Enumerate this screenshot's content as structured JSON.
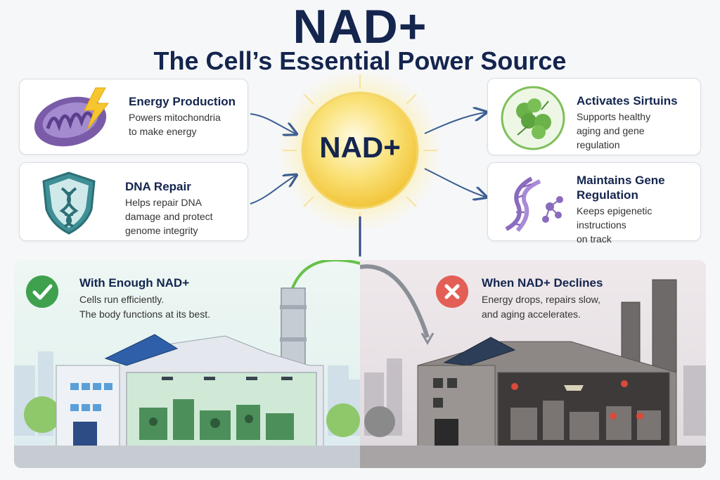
{
  "header": {
    "title": "NAD+",
    "subtitle": "The Cell’s Essential Power Source"
  },
  "center": {
    "label": "NAD+"
  },
  "cards": {
    "energy": {
      "title": "Energy Production",
      "lines": [
        "Powers mitochondria",
        "to make energy"
      ],
      "icon": "mitochondria-lightning-icon"
    },
    "dna": {
      "title": "DNA Repair",
      "lines": [
        "Helps repair DNA",
        "damage and protect",
        "genome integrity"
      ],
      "icon": "dna-shield-icon"
    },
    "sirtuins": {
      "title": "Activates Sirtuins",
      "lines": [
        "Supports healthy",
        "aging and gene",
        "regulation"
      ],
      "icon": "sirtuin-protein-icon"
    },
    "gene": {
      "title_lines": [
        "Maintains Gene",
        "Regulation"
      ],
      "lines": [
        "Keeps epigenetic",
        "instructions",
        "on track"
      ],
      "icon": "dna-helix-molecule-icon"
    }
  },
  "panels": {
    "good": {
      "title": "With Enough NAD+",
      "lines": [
        "Cells run efficiently.",
        "The body functions at its best."
      ],
      "icon": "checkmark-icon",
      "color": "#3fa14e"
    },
    "bad": {
      "title": "When NAD+ Declines",
      "lines": [
        "Energy drops, repairs slow,",
        "and aging accelerates."
      ],
      "icon": "x-mark-icon",
      "color": "#e35f55"
    }
  },
  "colors": {
    "title": "#14254e",
    "sun_core": "#f7d84a",
    "good_green": "#3fa14e",
    "bad_red": "#e35f55",
    "arrow_blue": "#3b5e92"
  }
}
